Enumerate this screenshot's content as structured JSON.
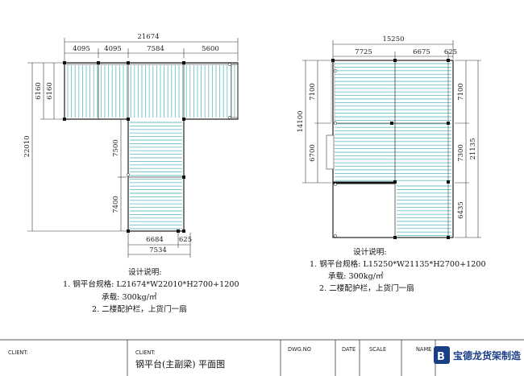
{
  "plan_left": {
    "dim_overall_width": "21674",
    "dim_top_segments": [
      "4095",
      "4095",
      "7584",
      "5600"
    ],
    "dim_left_overall": "22010",
    "dim_left_upper": [
      "6160",
      "6160"
    ],
    "dim_mid_vertical": [
      "7500",
      "7400"
    ],
    "dim_bottom_segments": [
      "6684",
      "625"
    ],
    "dim_bottom_overall": "7534",
    "notes": {
      "title": "设计说明:",
      "spec": "1. 钢平台规格: L21674*W22010*H2700+1200",
      "load": "承载: 300kg/㎡",
      "extra": "2. 二楼配护栏，上货门一扇"
    }
  },
  "plan_right": {
    "dim_overall_width": "15250",
    "dim_top_segments": [
      "7725",
      "6675",
      "625"
    ],
    "dim_left_overall": "14100",
    "dim_left_segments": [
      "7100",
      "6700"
    ],
    "dim_right_overall": "21135",
    "dim_right_segments": [
      "7100",
      "7300",
      "6435"
    ],
    "notes": {
      "title": "设计说明:",
      "spec": "1. 钢平台规格: L15250*W21135*H2700+1200",
      "load": "承载: 300kg/㎡",
      "extra": "2. 二楼配护栏，上货门一扇"
    }
  },
  "title_block": {
    "client_label": "CLIENT:",
    "client_label_2": "CLIENT:",
    "drawing_title": "钢平台(主副梁) 平面图",
    "dwg_no_label": "DWG.NO",
    "date_label": "DATE",
    "scale_label": "SCALE",
    "name_label": "NAME",
    "company_name": "宝德龙货架制造",
    "logo_letter": "B"
  },
  "colors": {
    "joist": "#6fc2c9",
    "frame": "#222222",
    "brand_blue": "#1b3f86"
  }
}
